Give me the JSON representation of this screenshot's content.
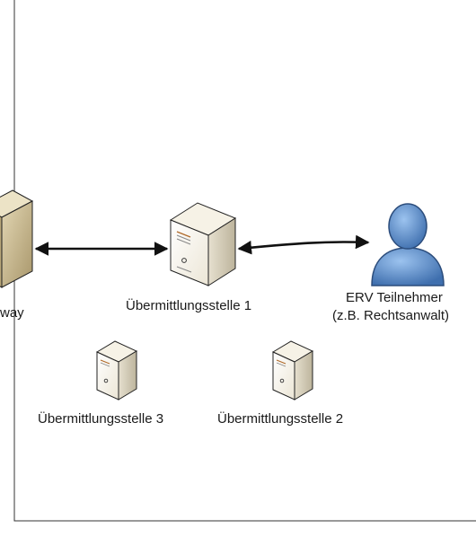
{
  "diagram": {
    "nodes": {
      "gateway": {
        "label": "way",
        "icon": "gateway-server-icon"
      },
      "station1": {
        "label": "Übermittlungsstelle 1",
        "icon": "server-icon"
      },
      "participant": {
        "label_line1": "ERV Teilnehmer",
        "label_line2": "(z.B. Rechtsanwalt)",
        "icon": "person-icon"
      },
      "station3": {
        "label": "Übermittlungsstelle 3",
        "icon": "server-icon"
      },
      "station2": {
        "label": "Übermittlungsstelle 2",
        "icon": "server-icon"
      }
    },
    "edges": [
      {
        "from": "gateway",
        "to": "station1",
        "type": "bidirectional-arrow"
      },
      {
        "from": "station1",
        "to": "participant",
        "type": "bidirectional-arrow"
      }
    ],
    "colors": {
      "frame": "#333333",
      "arrow": "#111111",
      "server_front": "#fdfbf4",
      "server_side": "#d9d3c2",
      "gateway_front": "#c9b88a",
      "person_fill": "#5b8bc8"
    }
  }
}
